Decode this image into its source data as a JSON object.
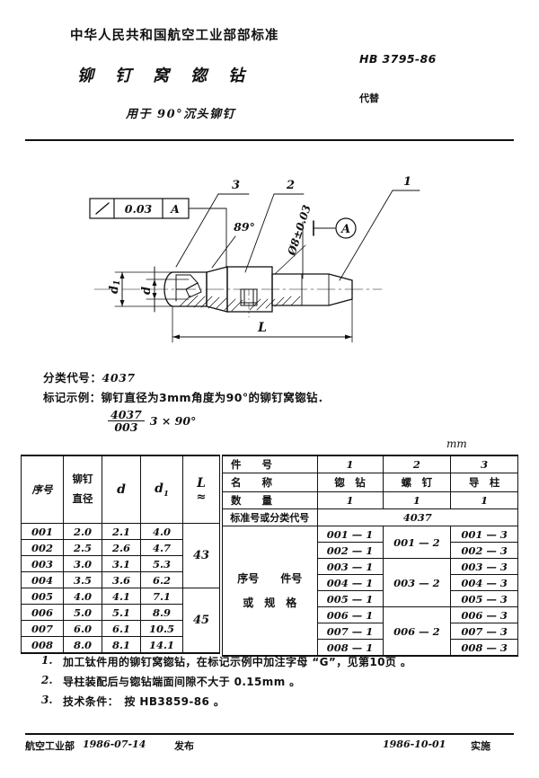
{
  "header": {
    "standard_org": "中华人民共和国航空工业部部标准",
    "title": "铆钉窝锪钻",
    "title_chars": [
      "铆",
      "钉",
      "窝",
      "锪",
      "钻"
    ],
    "subtitle": "用于 90°沉头铆钉",
    "standard_code": "HB 3795-86",
    "replaces_label": "代替",
    "replaces_value": ""
  },
  "drawing": {
    "tolerance_frame": {
      "symbol": "/",
      "value": "0.03",
      "datum": "A"
    },
    "balloons": [
      "3",
      "2",
      "1"
    ],
    "angle_label": "89°",
    "diameter_label": "φ8±0.03",
    "datum_label": "A",
    "dim_d": "d",
    "dim_d1": "d1",
    "dim_L": "L"
  },
  "classification": {
    "label": "分类代号：",
    "value": "4037"
  },
  "marking": {
    "label": "标记示例：",
    "text": "铆钉直径为3mm角度为90°的铆钉窝锪钻．",
    "example_numerator": "4037",
    "example_denominator": "003",
    "example_suffix": "3 × 90°"
  },
  "unit": "mm",
  "table_left": {
    "headers": {
      "seq": "序号",
      "rivet_dia_line1": "铆钉",
      "rivet_dia_line2": "直径",
      "d": "d",
      "d1": "d1",
      "L": "L",
      "L_approx": "≈"
    },
    "rows": [
      {
        "seq": "001",
        "rivet_dia": "2.0",
        "d": "2.1",
        "d1": "4.0"
      },
      {
        "seq": "002",
        "rivet_dia": "2.5",
        "d": "2.6",
        "d1": "4.7"
      },
      {
        "seq": "003",
        "rivet_dia": "3.0",
        "d": "3.1",
        "d1": "5.3"
      },
      {
        "seq": "004",
        "rivet_dia": "3.5",
        "d": "3.6",
        "d1": "6.2"
      },
      {
        "seq": "005",
        "rivet_dia": "4.0",
        "d": "4.1",
        "d1": "7.1"
      },
      {
        "seq": "006",
        "rivet_dia": "5.0",
        "d": "5.1",
        "d1": "8.9"
      },
      {
        "seq": "007",
        "rivet_dia": "6.0",
        "d": "6.1",
        "d1": "10.5"
      },
      {
        "seq": "008",
        "rivet_dia": "8.0",
        "d": "8.1",
        "d1": "14.1"
      }
    ],
    "L_groups": [
      {
        "value": "43",
        "span": 4
      },
      {
        "value": "45",
        "span": 4
      }
    ]
  },
  "table_right": {
    "row_labels": {
      "part_no": "件　　号",
      "name": "名　　称",
      "quantity": "数　　量",
      "standard_no": "标准号或分类代号",
      "seq_spec_line1": "序号　　件号",
      "seq_spec_line2": "或　规　格"
    },
    "part_numbers": [
      "1",
      "2",
      "3"
    ],
    "names": [
      "锪　钻",
      "螺　钉",
      "导　柱"
    ],
    "quantities": [
      "1",
      "1",
      "1"
    ],
    "standard_no_value": "4037",
    "col1_values": [
      "001 — 1",
      "002 — 1",
      "003 — 1",
      "004 — 1",
      "005 — 1",
      "006 — 1",
      "007 — 1",
      "008 — 1"
    ],
    "col2_groups": [
      {
        "value": "001 — 2",
        "span": 2
      },
      {
        "value": "003 — 2",
        "span": 3
      },
      {
        "value": "006 — 2",
        "span": 3
      }
    ],
    "col3_values": [
      "001 — 3",
      "002 — 3",
      "003 — 3",
      "004 — 3",
      "005 — 3",
      "006 — 3",
      "007 — 3",
      "008 — 3"
    ]
  },
  "notes": [
    {
      "num": "1.",
      "text": "加工钛件用的铆钉窝锪钻，在标记示例中加注字母 “G”，见第10页 。"
    },
    {
      "num": "2.",
      "text": "导柱装配后与锪钻端面间隙不大于 0.15mm 。"
    },
    {
      "num": "3.",
      "text": "技术条件：　按 HB3859-86 。"
    }
  ],
  "footer": {
    "org": "航空工业部",
    "issue_date": "1986-07-14",
    "issue_label": "发布",
    "effective_date": "1986-10-01",
    "effective_label": "实施"
  },
  "colors": {
    "ink": "#111111",
    "paper": "#ffffff"
  }
}
